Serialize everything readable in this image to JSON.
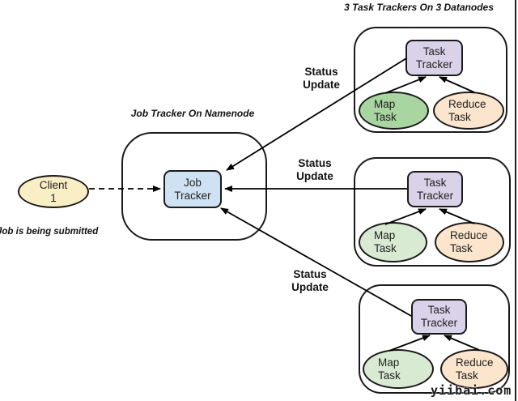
{
  "titles": {
    "datanodes": "3 Task Trackers On 3 Datanodes",
    "namenode": "Job Tracker On Namenode"
  },
  "client": {
    "line1": "Client",
    "line2": "1",
    "caption": "Job is being submitted"
  },
  "job_tracker": {
    "line1": "Job",
    "line2": "Tracker"
  },
  "status_updates": [
    {
      "line1": "Status",
      "line2": "Update"
    },
    {
      "line1": "Status",
      "line2": "Update"
    },
    {
      "line1": "Status",
      "line2": "Update"
    }
  ],
  "datanodes": [
    {
      "tracker_line1": "Task",
      "tracker_line2": "Tracker",
      "map_line1": "Map",
      "map_line2": "Task",
      "reduce_line1": "Reduce",
      "reduce_line2": "Task"
    },
    {
      "tracker_line1": "Task",
      "tracker_line2": "Tracker",
      "map_line1": "Map",
      "map_line2": "Task",
      "reduce_line1": "Reduce",
      "reduce_line2": "Task"
    },
    {
      "tracker_line1": "Task",
      "tracker_line2": "Tracker",
      "map_line1": "Map",
      "map_line2": "Task",
      "reduce_line1": "Reduce",
      "reduce_line2": "Task"
    }
  ],
  "watermark": "yiibai.com",
  "colors": {
    "background": "#ffffff",
    "node_border": "#1a1a1a",
    "client_fill": "#faeec5",
    "jobtracker_fill": "#cfe2f3",
    "tasktracker_fill": "#d9d2e9",
    "map_fill_dark": "#a8d5a0",
    "map_fill_light": "#d9ead3",
    "reduce_fill": "#fce5cd",
    "arrow": "#000000"
  }
}
